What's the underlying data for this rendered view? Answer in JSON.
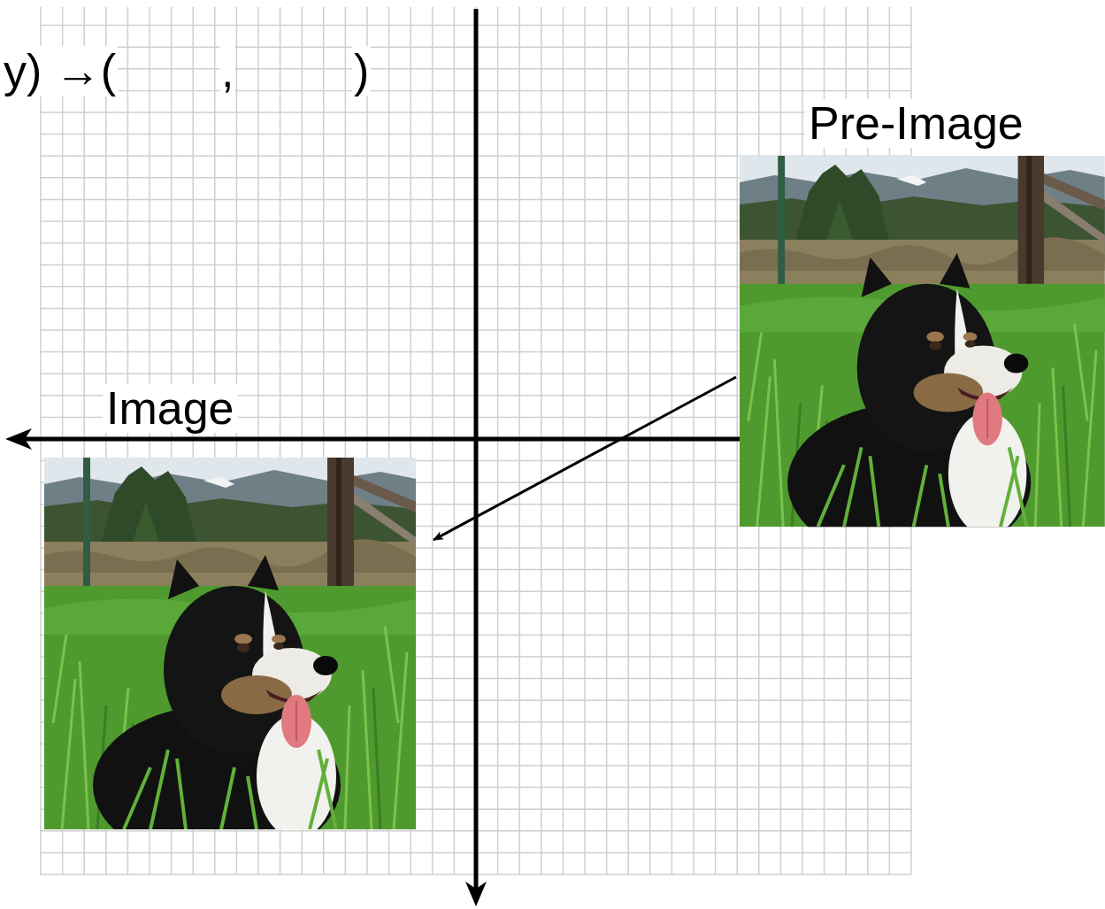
{
  "diagram": {
    "nodes": [
      {
        "text": [
          "Pre-Image"
        ]
      },
      {
        "text": [
          "Image"
        ]
      }
    ],
    "edges": [
      {
        "from": 0,
        "to": 1,
        "arrow": "to"
      }
    ],
    "labels": [
      "y) →(",
      ",",
      ")"
    ]
  }
}
